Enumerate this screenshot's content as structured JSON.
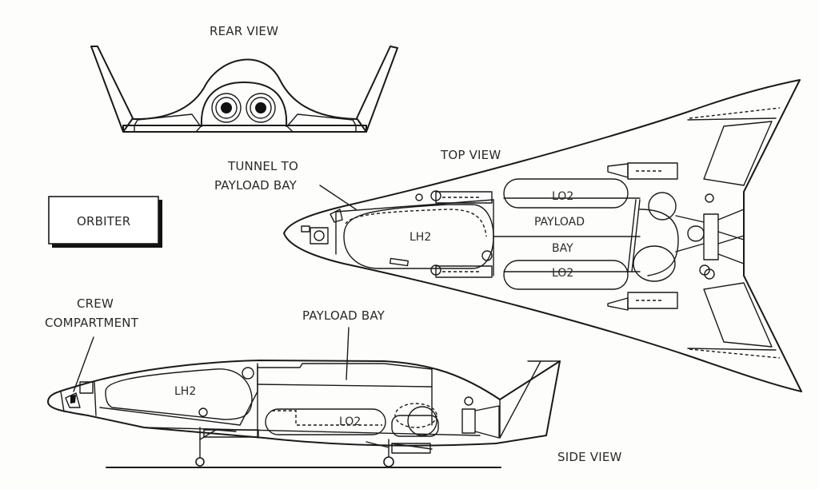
{
  "diagram": {
    "subject": "Orbiter",
    "title_box": "ORBITER",
    "views": {
      "rear": {
        "title": "REAR VIEW"
      },
      "top": {
        "title": "TOP VIEW",
        "callout_tunnel_line1": "TUNNEL TO",
        "callout_tunnel_line2": "PAYLOAD BAY",
        "tank_lh2": "LH2",
        "tank_lo2_upper": "LO2",
        "tank_lo2_lower": "LO2",
        "payload_line1": "PAYLOAD",
        "payload_line2": "BAY"
      },
      "side": {
        "title": "SIDE VIEW",
        "callout_crew_line1": "CREW",
        "callout_crew_line2": "COMPARTMENT",
        "callout_payload": "PAYLOAD BAY",
        "tank_lh2": "LH2",
        "tank_lo2": "LO2"
      }
    },
    "colors": {
      "ink": "#1a1a1a",
      "paper": "#fdfdfc"
    }
  }
}
